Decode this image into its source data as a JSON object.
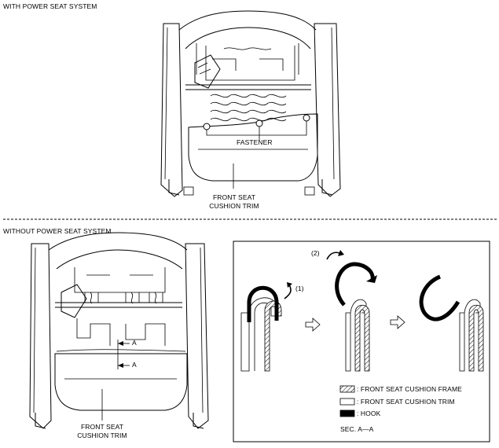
{
  "section_top": {
    "title": "WITH POWER SEAT SYSTEM"
  },
  "section_bottom": {
    "title": "WITHOUT POWER SEAT SYSTEM"
  },
  "top_labels": {
    "fastener": "FASTENER",
    "trim_line1": "FRONT SEAT",
    "trim_line2": "CUSHION TRIM"
  },
  "bottom_labels": {
    "section_mark_upper": "A",
    "section_mark_lower": "A",
    "trim_line1": "FRONT SEAT",
    "trim_line2": "CUSHION TRIM"
  },
  "detail": {
    "step1": "(1)",
    "step2": "(2)",
    "legend": [
      {
        "swatch": "hatched",
        "label": ": FRONT SEAT CUSHION FRAME"
      },
      {
        "swatch": "white",
        "label": ": FRONT SEAT CUSHION TRIM"
      },
      {
        "swatch": "black",
        "label": ": HOOK"
      }
    ],
    "section_label": "SEC. A—A"
  },
  "colors": {
    "line": "#000000",
    "background": "#ffffff",
    "hook": "#000000"
  }
}
